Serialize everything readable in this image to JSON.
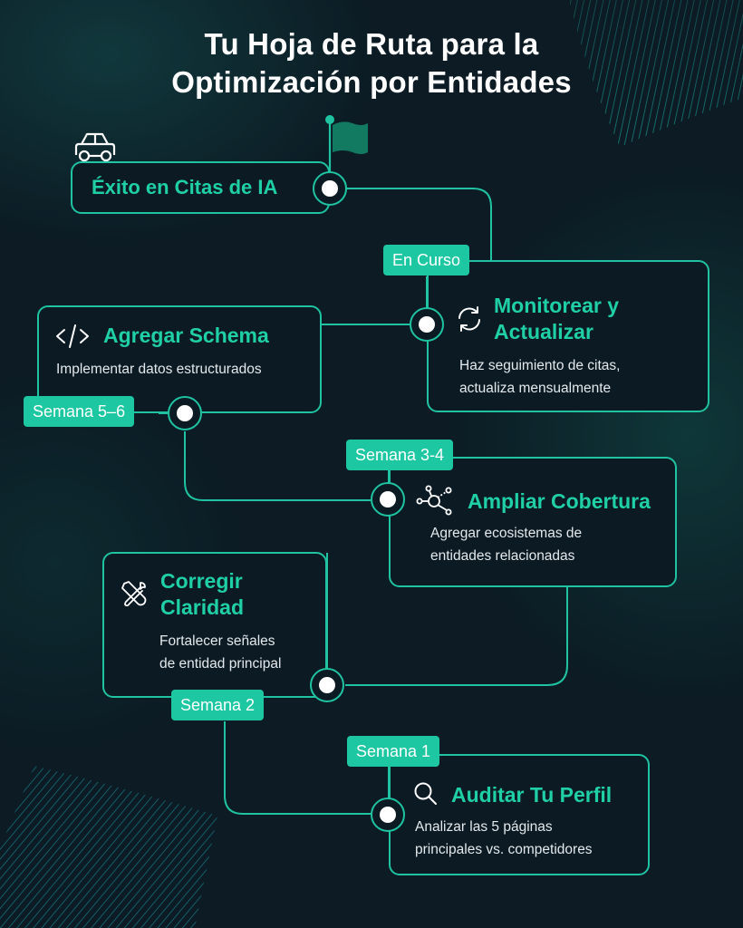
{
  "title": {
    "line1": "Tu Hoja de Ruta para la",
    "line2": "Optimización por Entidades"
  },
  "colors": {
    "background": "#0c1b24",
    "accent": "#1fc3a1",
    "title_text": "#ffffff",
    "card_title": "#1fd0a6",
    "badge_bg": "#1cc7a2",
    "flag": "#137a62"
  },
  "goal": {
    "label": "Éxito en Citas de IA",
    "icon": "car-icon",
    "marker_icon": "flag-icon"
  },
  "steps": [
    {
      "badge": "En Curso",
      "title_line1": "Monitorear y",
      "title_line2": "Actualizar",
      "desc_line1": "Haz seguimiento de citas,",
      "desc_line2": "actualiza mensualmente",
      "icon": "refresh-icon"
    },
    {
      "badge": "Semana 5–6",
      "title_line1": "Agregar Schema",
      "desc_line1": "Implementar datos estructurados",
      "icon": "code-icon"
    },
    {
      "badge": "Semana  3-4",
      "title_line1": "Ampliar Cobertura",
      "desc_line1": "Agregar ecosistemas de",
      "desc_line2": "entidades relacionadas",
      "icon": "network-icon"
    },
    {
      "badge": "Semana  2",
      "title_line1": "Corregir",
      "title_line2": "Claridad",
      "desc_line1": "Fortalecer señales",
      "desc_line2": "de entidad principal",
      "icon": "tools-icon"
    },
    {
      "badge": "Semana 1",
      "title_line1": "Auditar Tu Perfil",
      "desc_line1": "Analizar las 5 páginas",
      "desc_line2": "principales vs. competidores",
      "icon": "search-icon"
    }
  ]
}
